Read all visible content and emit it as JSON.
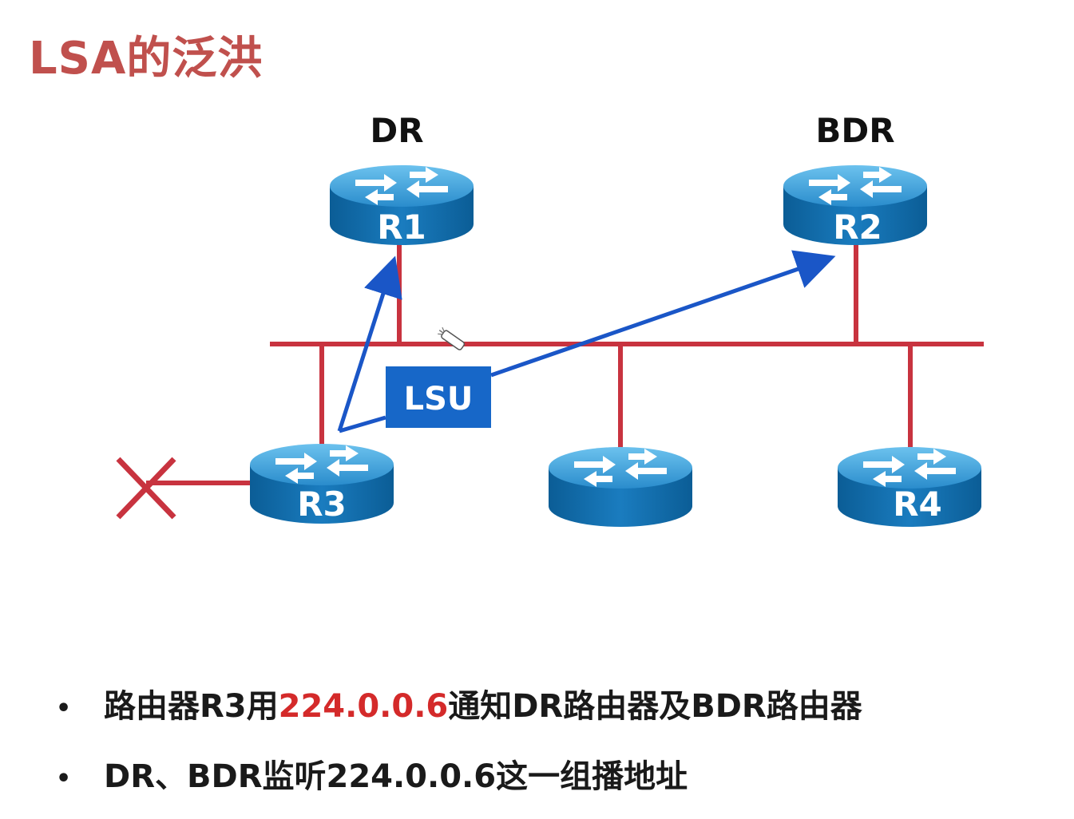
{
  "title": "LSA的泛洪",
  "routers": [
    {
      "id": "r1",
      "name": "R1",
      "role": "DR"
    },
    {
      "id": "r2",
      "name": "R2",
      "role": "BDR"
    },
    {
      "id": "r3",
      "name": "R3",
      "role": ""
    },
    {
      "id": "unnamed",
      "name": "",
      "role": ""
    },
    {
      "id": "r4",
      "name": "R4",
      "role": ""
    }
  ],
  "packet_label": "LSU",
  "bullets": [
    {
      "pre": "路由器R3用",
      "highlight": "224.0.0.6",
      "post": "通知DR路由器及BDR路由器"
    },
    {
      "pre": "DR、BDR监听224.0.0.6这一组播地址",
      "highlight": "",
      "post": ""
    }
  ],
  "colors": {
    "title": "#c0504d",
    "link": "#c8333f",
    "arrow": "#1a56c7",
    "lsu_box": "#1767c8",
    "router_top": "#3fa0d6",
    "router_side": "#0f6aa6",
    "highlight": "#d42a2a"
  },
  "icons": {
    "router": "router-icon",
    "failed_link": "x-mark-icon",
    "cursor": "pointer-cursor-icon"
  }
}
